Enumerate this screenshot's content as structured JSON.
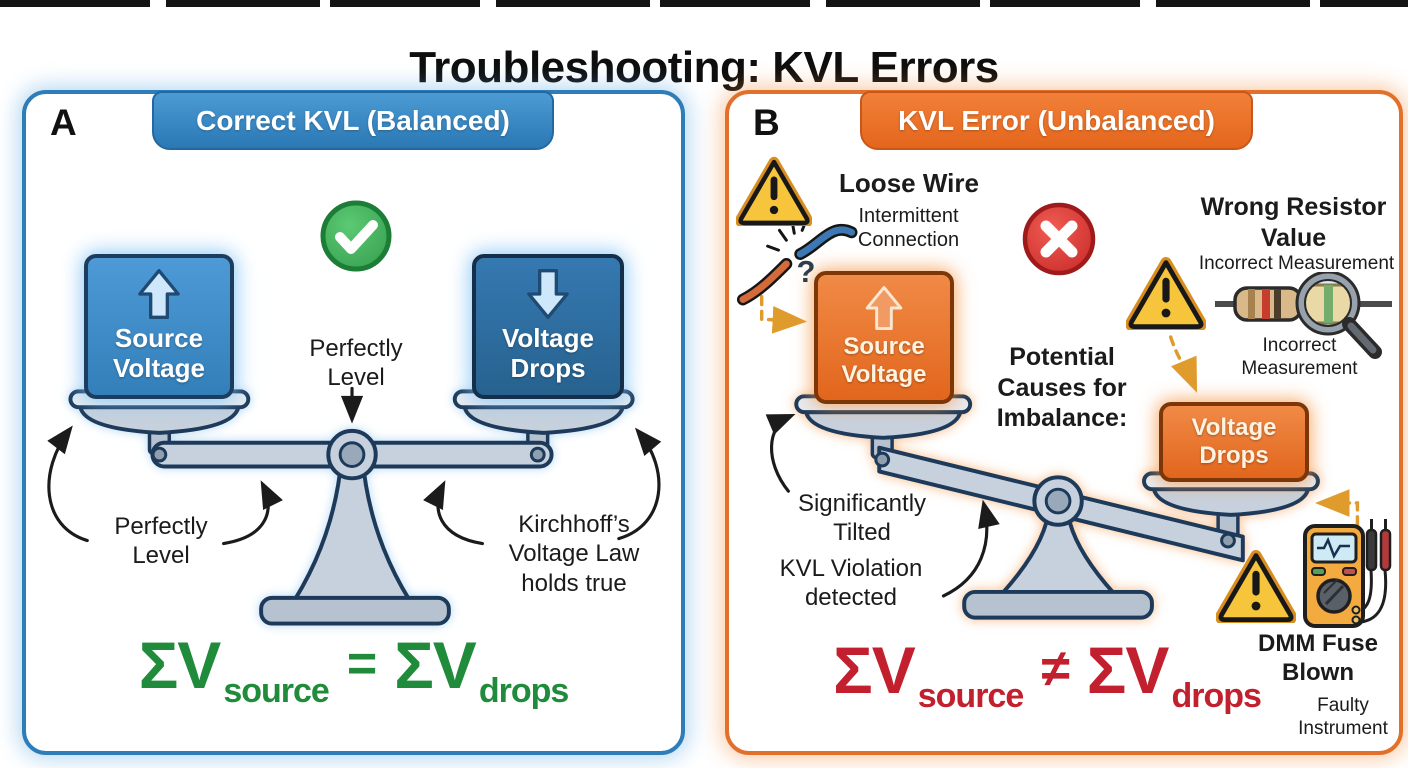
{
  "page": {
    "title": "Troubleshooting: KVL Errors"
  },
  "panel_a": {
    "label": "A",
    "header": "Correct KVL (Balanced)",
    "source_box": "Source Voltage",
    "drops_box": "Voltage Drops",
    "center_note": "Perfectly Level",
    "left_note": "Perfectly Level",
    "right_note": "Kirchhoff’s Voltage Law holds true",
    "equation": {
      "lhs": "ΣV",
      "lhs_sub": "source",
      "op": "=",
      "rhs": "ΣV",
      "rhs_sub": "drops"
    },
    "colors": {
      "border": "#2e7cb8",
      "header_bg": "#2e86c6",
      "box_fill": "#3d8ed0",
      "equation": "#1f8b3b",
      "check": "#3fae53"
    }
  },
  "panel_b": {
    "label": "B",
    "header": "KVL Error (Unbalanced)",
    "cause_loose_wire": {
      "title": "Loose Wire",
      "subtitle": "Intermittent Connection",
      "question_mark": "?"
    },
    "cause_resistor": {
      "title": "Wrong Resistor Value",
      "subtitle": "Incorrect Measurement",
      "caption": "Incorrect Measurement"
    },
    "cause_dmm": {
      "title": "DMM Fuse Blown",
      "subtitle": "Faulty Instrument"
    },
    "center_note": "Potential Causes for Imbalance:",
    "source_box": "Source Voltage",
    "drops_box": "Voltage Drops",
    "tilt_note": "Significantly Tilted",
    "violation_note": "KVL Violation detected",
    "equation": {
      "lhs": "ΣV",
      "lhs_sub": "source",
      "op": "≠",
      "rhs": "ΣV",
      "rhs_sub": "drops"
    },
    "colors": {
      "border": "#e2702a",
      "header_bg": "#ed7327",
      "box_fill": "#e8722c",
      "equation": "#c2202e",
      "warning": "#f6c53c",
      "error": "#e53935"
    }
  }
}
